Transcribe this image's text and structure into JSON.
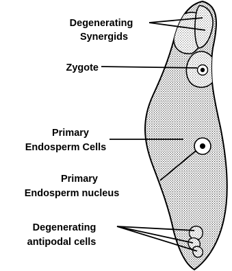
{
  "labels": {
    "degenerating_synergids_line1": "Degenerating",
    "degenerating_synergids_line2": "Synergids",
    "zygote": "Zygote",
    "primary_endosperm_cells_line1": "Primary",
    "primary_endosperm_cells_line2": "Endosperm Cells",
    "primary_endosperm_nucleus_line1": "Primary",
    "primary_endosperm_nucleus_line2": "Endosperm nucleus",
    "degenerating_antipodal_line1": "Degenerating",
    "degenerating_antipodal_line2": "antipodal cells"
  },
  "colors": {
    "ink": "#000000",
    "background": "#ffffff",
    "stipple": "#000000"
  }
}
